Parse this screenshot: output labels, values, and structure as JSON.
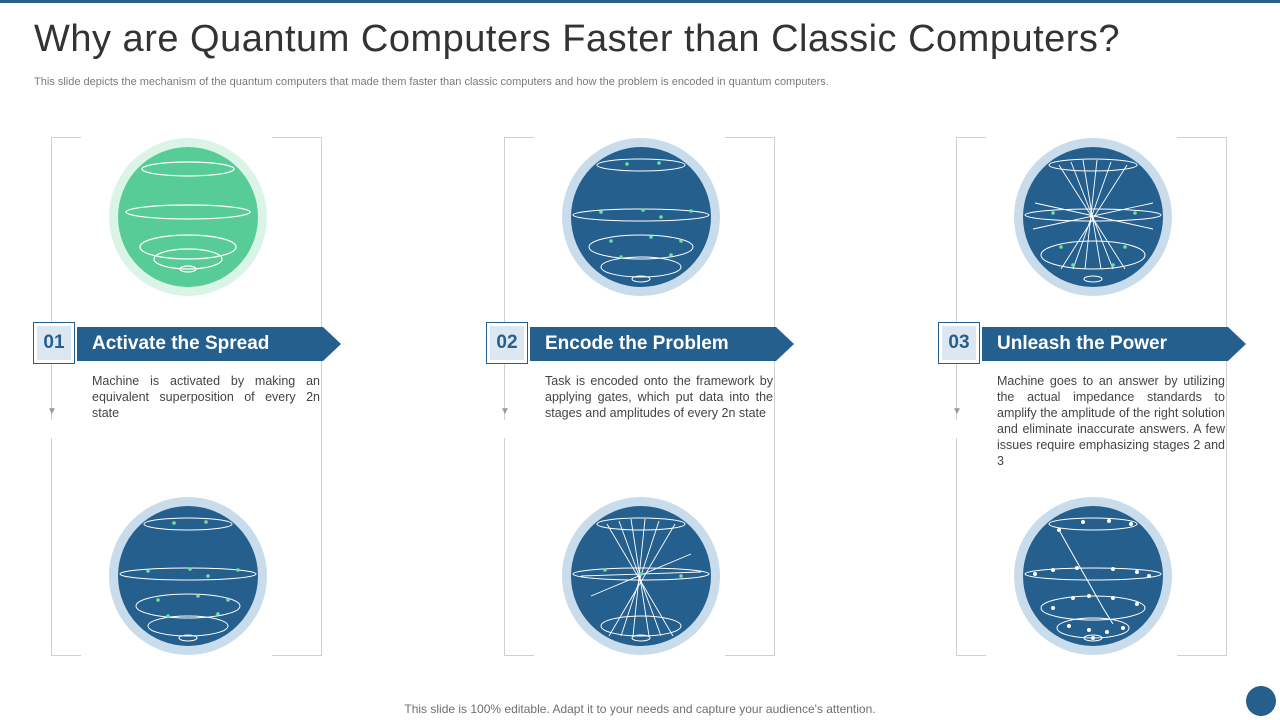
{
  "slide": {
    "title": "Why are Quantum Computers Faster than Classic Computers?",
    "subtitle": "This slide depicts the mechanism of the quantum computers that made them faster than classic computers and how the problem is encoded in quantum computers.",
    "footer": "This slide is 100% editable. Adapt it to your needs and capture your audience's attention."
  },
  "colors": {
    "accent": "#255f8d",
    "green_sphere": "#57cc96",
    "blue_sphere": "#255f8d",
    "halo_blue": "#c9dcec",
    "halo_green": "#daf5e8",
    "dot_green": "#6fe0a0"
  },
  "steps": [
    {
      "number": "01",
      "title": "Activate the Spread",
      "description": "Machine is activated by making an equivalent superposition of every 2n state",
      "top_sphere": "green-rings-sphere",
      "bottom_sphere": "blue-rings-sphere"
    },
    {
      "number": "02",
      "title": "Encode the Problem",
      "description": "Task is encoded onto the framework by applying gates, which put data into the stages and amplitudes of every 2n state",
      "top_sphere": "blue-rings-sphere",
      "bottom_sphere": "blue-rays-sphere"
    },
    {
      "number": "03",
      "title": "Unleash the Power",
      "description": "Machine goes to an answer by utilizing the actual impedance standards to amplify the amplitude of the right solution and eliminate inaccurate answers. A few issues require emphasizing stages 2 and 3",
      "top_sphere": "blue-rays-sphere",
      "bottom_sphere": "blue-path-sphere"
    }
  ]
}
